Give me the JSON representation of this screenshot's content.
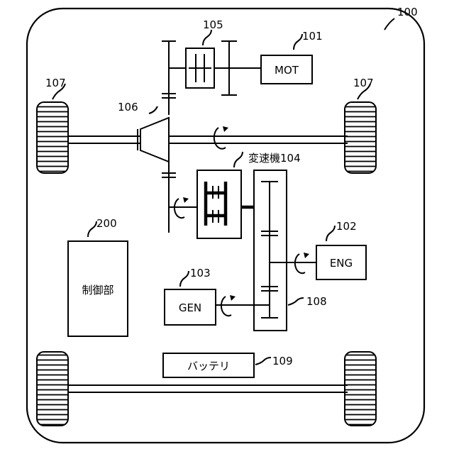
{
  "components": {
    "mot": {
      "label": "MOT",
      "ref": "101"
    },
    "eng": {
      "label": "ENG",
      "ref": "102"
    },
    "gen": {
      "label": "GEN",
      "ref": "103"
    },
    "transmission": {
      "label": "変速機104"
    },
    "clutch": {
      "ref": "105"
    },
    "differential": {
      "ref": "106"
    },
    "wheel": {
      "ref": "107"
    },
    "gear_train": {
      "ref": "108"
    },
    "battery": {
      "label": "バッテリ",
      "ref": "109"
    },
    "controller": {
      "label": "制御部",
      "ref": "200"
    },
    "vehicle": {
      "ref": "100"
    }
  }
}
